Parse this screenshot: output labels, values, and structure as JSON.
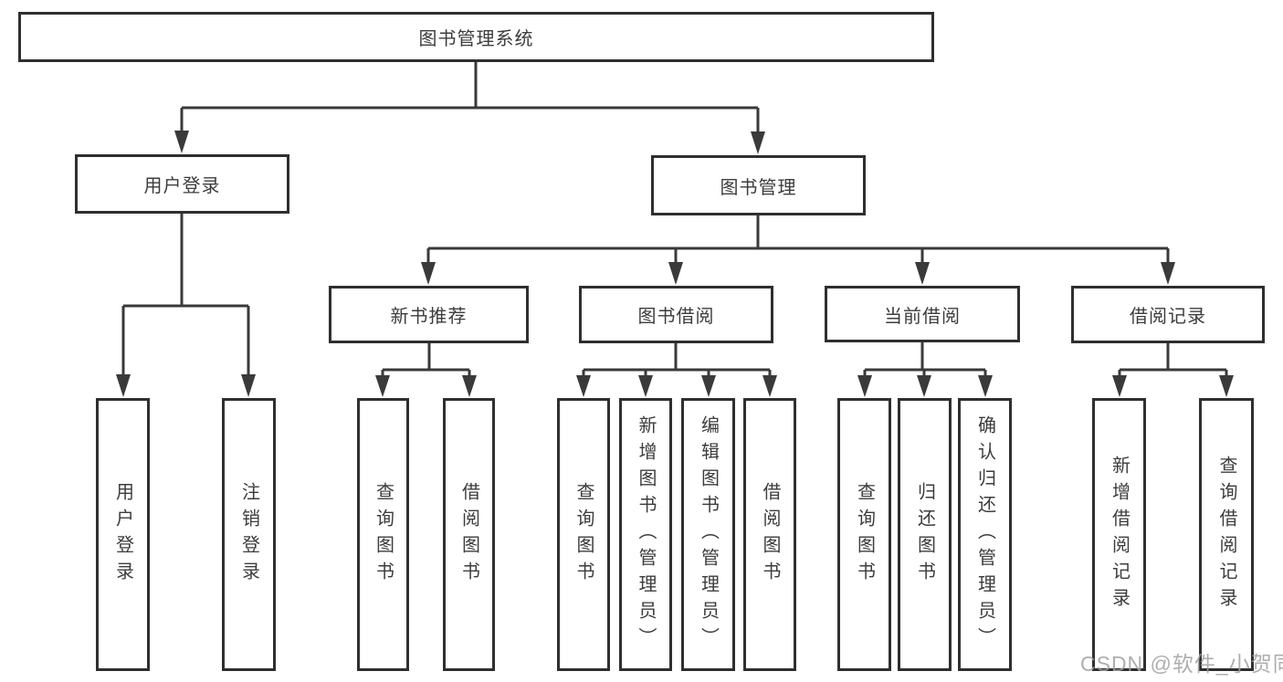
{
  "diagram_type": "functional-structure-tree",
  "tree": {
    "label": "图书管理系统",
    "children": [
      {
        "label": "用户登录",
        "children": [
          {
            "label": "用户登录"
          },
          {
            "label": "注销登录"
          }
        ]
      },
      {
        "label": "图书管理",
        "children": [
          {
            "label": "新书推荐",
            "children": [
              {
                "label": "查询图书"
              },
              {
                "label": "借阅图书"
              }
            ]
          },
          {
            "label": "图书借阅",
            "children": [
              {
                "label": "查询图书"
              },
              {
                "label": "新增图书（管理员）"
              },
              {
                "label": "编辑图书（管理员）"
              },
              {
                "label": "借阅图书"
              }
            ]
          },
          {
            "label": "当前借阅",
            "children": [
              {
                "label": "查询图书"
              },
              {
                "label": "归还图书"
              },
              {
                "label": "确认归还（管理员）"
              }
            ]
          },
          {
            "label": "借阅记录",
            "children": [
              {
                "label": "新增借阅记录"
              },
              {
                "label": "查询借阅记录"
              }
            ]
          }
        ]
      }
    ]
  },
  "watermark": {
    "text": "CSDN @软件_小贺同学"
  },
  "colors": {
    "background": "#ffffff",
    "box_border": "#2f2f2f",
    "connector_line": "#3a3a3a",
    "text": "#3c3c3c",
    "watermark": "#a0a0a0"
  }
}
